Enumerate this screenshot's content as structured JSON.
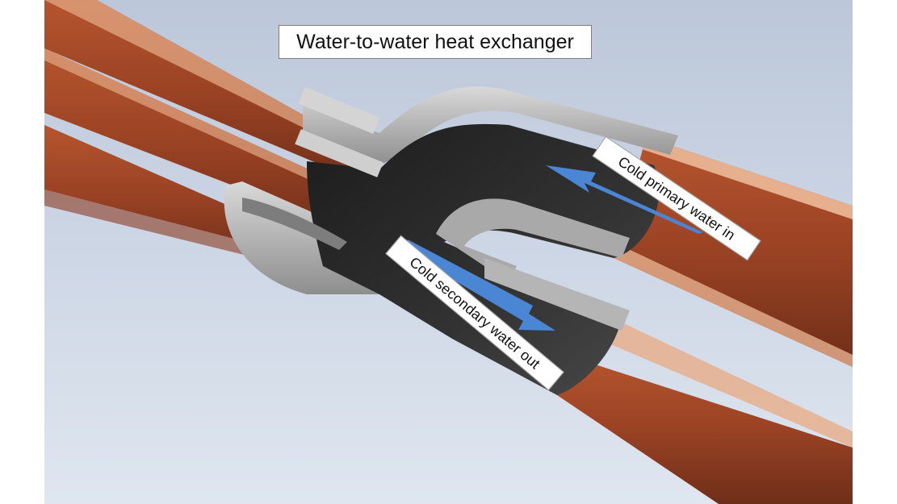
{
  "title": "Water-to-water heat exchanger",
  "labels": {
    "primary_in": "Cold primary water in",
    "secondary_out": "Cold secondary water out"
  },
  "colors": {
    "background": "#c9d3e3",
    "copper": "#9c4526",
    "copper_inner": "#e3a884",
    "fitting_gray": "#b8b8b8",
    "fitting_dark": "#2c2c2c",
    "arrow_blue": "#4a86d4"
  }
}
